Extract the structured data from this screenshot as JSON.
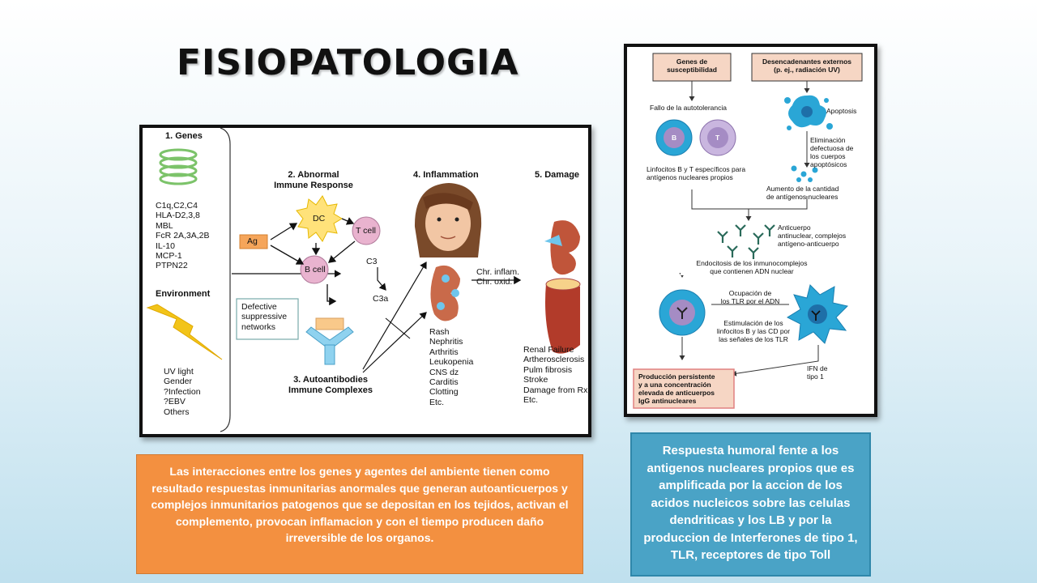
{
  "title": "FISIOPATOLOGIA",
  "left_figure": {
    "genes": {
      "heading": "1. Genes",
      "items": [
        "C1q,C2,C4",
        "HLA-D2,3,8",
        "MBL",
        "FcR 2A,3A,2B",
        "IL-10",
        "MCP-1",
        "PTPN22"
      ]
    },
    "environment": {
      "heading": "Environment",
      "items": [
        "UV light",
        "Gender",
        "?Infection",
        "?EBV",
        "Others"
      ]
    },
    "abnormal_response": {
      "line1": "2. Abnormal",
      "line2": "Immune Response"
    },
    "cells": {
      "dc": "DC",
      "t_cell": "T cell",
      "b_cell": "B cell",
      "ag": "Ag",
      "c3": "C3",
      "c3a": "C3a"
    },
    "defective_networks": [
      "Defective",
      "suppressive",
      "networks"
    ],
    "autoantibodies": {
      "line1": "3. Autoantibodies",
      "line2": "Immune Complexes"
    },
    "inflammation": {
      "heading": "4. Inflammation",
      "items": [
        "Rash",
        "Nephritis",
        "Arthritis",
        "Leukopenia",
        "CNS dz",
        "Carditis",
        "Clotting",
        "Etc."
      ]
    },
    "chronic": {
      "line1": "Chr. inflam.",
      "line2": "Chr. oxid."
    },
    "damage": {
      "heading": "5. Damage",
      "items": [
        "Renal Failure",
        "Artherosclerosis",
        "Pulm fibrosis",
        "Stroke",
        "Damage from Rx",
        "Etc."
      ]
    }
  },
  "right_figure": {
    "genes_box": [
      "Genes de",
      "susceptibilidad"
    ],
    "triggers_box": [
      "Desencadenantes externos",
      "(p. ej., radiación UV)"
    ],
    "fallo": "Fallo de la autotolerancia",
    "apoptosis": "Apoptosis",
    "cell_b": "B",
    "cell_t": "T",
    "linfocitos": [
      "Linfocitos B y T específicos para",
      "antígenos nucleares propios"
    ],
    "eliminacion": [
      "Eliminación",
      "defectuosa de",
      "los cuerpos",
      "apoptósicos"
    ],
    "aumento": [
      "Aumento de la cantidad",
      "de antígenos nucleares"
    ],
    "anticuerpo": [
      "Anticuerpo",
      "antinuclear, complejos",
      "antígeno-anticuerpo"
    ],
    "endocitosis": [
      "Endocitosis de los inmunocomplejos",
      "que contienen ADN nuclear"
    ],
    "ocupacion": [
      "Ocupación de",
      "los TLR por el ADN"
    ],
    "estimulacion": [
      "Estimulación de los",
      "linfocitos B y las CD por",
      "las señales de los TLR"
    ],
    "ifn": [
      "IFN de",
      "tipo 1"
    ],
    "produccion": [
      "Producción persistente",
      "y a una concentración",
      "elevada de anticuerpos",
      "IgG antinucleares"
    ],
    "colors": {
      "box_fill": "#f6d6c4",
      "cell_blue": "#2aa6d6",
      "cell_purple": "#a58cc4"
    }
  },
  "captions": {
    "left": "Las interacciones entre los genes y agentes del ambiente tienen como resultado respuestas inmunitarias anormales que generan autoanticuerpos y complejos inmunitarios patogenos que se depositan en los tejidos, activan el complemento, provocan inflamacion y con el tiempo producen daño irreversible de los organos.",
    "right": "Respuesta humoral fente a los antigenos nucleares propios que es amplificada por la accion de los acidos nucleicos sobre las celulas dendriticas y los LB y por la produccion de Interferones de tipo 1, TLR, receptores de tipo Toll",
    "left_color": "#f39040",
    "right_color": "#4aa3c6"
  }
}
